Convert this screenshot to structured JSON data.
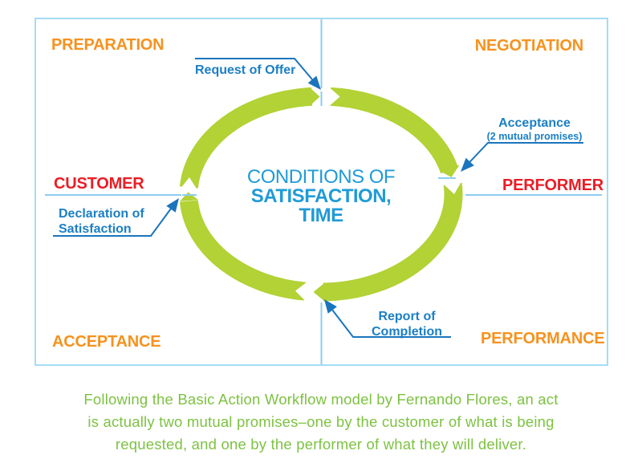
{
  "title": "Basic Action Workflow diagram",
  "palette": {
    "quadrant_orange": "#F6921E",
    "role_red": "#EA1D25",
    "ring_green": "#B2D235",
    "caption_green": "#7DC242",
    "frame_light_blue": "#A5DCF6",
    "divider_light_blue": "#8DCDEF",
    "callout_blue": "#1B75BC",
    "center_text_blue": "#209BD7"
  },
  "quadrants": {
    "top_left": "PREPARATION",
    "top_right": "NEGOTIATION",
    "bottom_left": "ACCEPTANCE",
    "bottom_right": "PERFORMANCE"
  },
  "roles": {
    "customer": "CUSTOMER",
    "performer": "PERFORMER"
  },
  "center": {
    "line1": "CONDITIONS OF",
    "line2": "SATISFACTION,",
    "line3": "TIME"
  },
  "callouts": {
    "request": {
      "label": "Request of Offer"
    },
    "acceptance": {
      "label": "Acceptance",
      "sublabel": "(2 mutual promises)"
    },
    "declaration": {
      "line1": "Declaration of",
      "line2": "Satisfaction"
    },
    "report": {
      "line1": "Report of",
      "line2": "Completion"
    }
  },
  "caption": {
    "lines": [
      "Following the Basic Action Workflow model by Fernando Flores, an act",
      "is actually two mutual promises–one by the customer of what is being",
      "requested, and one by the performer of what they will deliver."
    ]
  }
}
